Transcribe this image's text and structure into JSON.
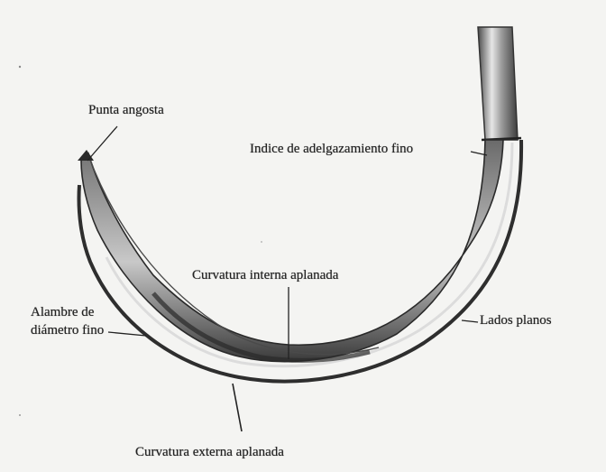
{
  "diagram": {
    "labels": {
      "punta_angosta": "Punta angosta",
      "indice_adelgazamiento": "Indice de adelgazamiento fino",
      "curvatura_interna": "Curvatura interna aplanada",
      "alambre_line1": "Alambre de",
      "alambre_line2": "diámetro fino",
      "lados_planos": "Lados planos",
      "curvatura_externa": "Curvatura externa aplanada"
    },
    "colors": {
      "background": "#f4f4f2",
      "needle_dark": "#3a3a3a",
      "needle_mid": "#8a8a8a",
      "needle_light": "#d8d8d8",
      "text": "#222222"
    }
  }
}
